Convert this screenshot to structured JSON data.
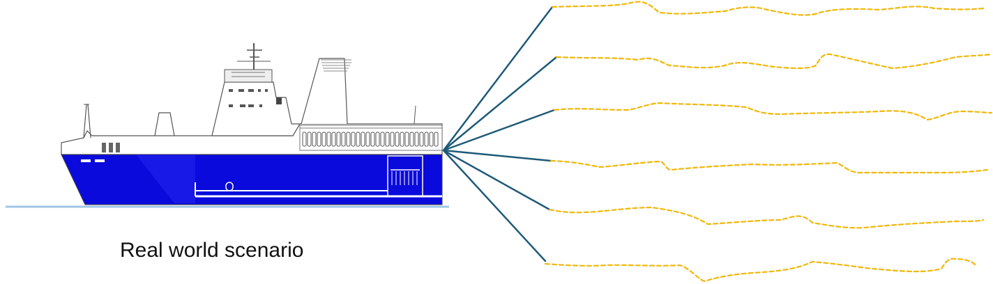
{
  "caption": "Real world scenario",
  "colors": {
    "hull_blue": "#0a0adc",
    "branch_line": "#1d5a78",
    "trajectory_yellow": "#f2b705",
    "waterline": "#9fc6e6",
    "outline": "#555555"
  },
  "diagram": {
    "branch_count": 6,
    "trajectory_style": "dashed",
    "icons": [
      "ship-icon"
    ]
  }
}
